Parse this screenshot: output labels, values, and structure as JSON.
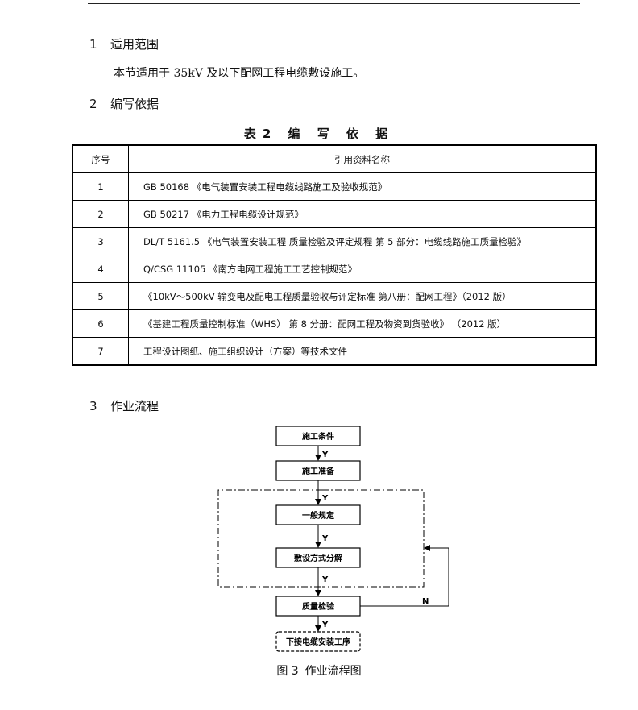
{
  "sections": {
    "s1": {
      "number": "1",
      "title": "适用范围"
    },
    "s1_text": "本节适用于 35kV 及以下配网工程电缆敷设施工。",
    "s2": {
      "number": "2",
      "title": "编写依据"
    },
    "s3": {
      "number": "3",
      "title": "作业流程"
    }
  },
  "table": {
    "title": "表2  编  写  依  据",
    "headers": {
      "no": "序号",
      "name": "引用资料名称"
    },
    "rows": [
      {
        "no": "1",
        "name": "GB 50168 《电气装置安装工程电缆线路施工及验收规范》"
      },
      {
        "no": "2",
        "name": "GB 50217 《电力工程电缆设计规范》"
      },
      {
        "no": "3",
        "name": "DL/T 5161.5 《电气装置安装工程   质量检验及评定规程   第 5 部分：电缆线路施工质量检验》"
      },
      {
        "no": "4",
        "name": "Q/CSG 11105 《南方电网工程施工工艺控制规范》"
      },
      {
        "no": "5",
        "name": "《10kV～500kV 输变电及配电工程质量验收与评定标准   第八册：配网工程》（2012 版）"
      },
      {
        "no": "6",
        "name": "《基建工程质量控制标准（WHS）  第 8 分册：配网工程及物资到货验收》   （2012 版）"
      },
      {
        "no": "7",
        "name": "工程设计图纸、施工组织设计（方案）等技术文件"
      }
    ]
  },
  "flowchart": {
    "steps": {
      "s1": "施工条件",
      "s2": "施工准备",
      "s3": "一般规定",
      "s4": "敷设方式分解",
      "s5": "质量检验",
      "s6": "下接电缆安装工序"
    },
    "yes_label": "Y",
    "no_label": "N"
  },
  "figure": {
    "number": "图 3",
    "title": "作业流程图"
  }
}
